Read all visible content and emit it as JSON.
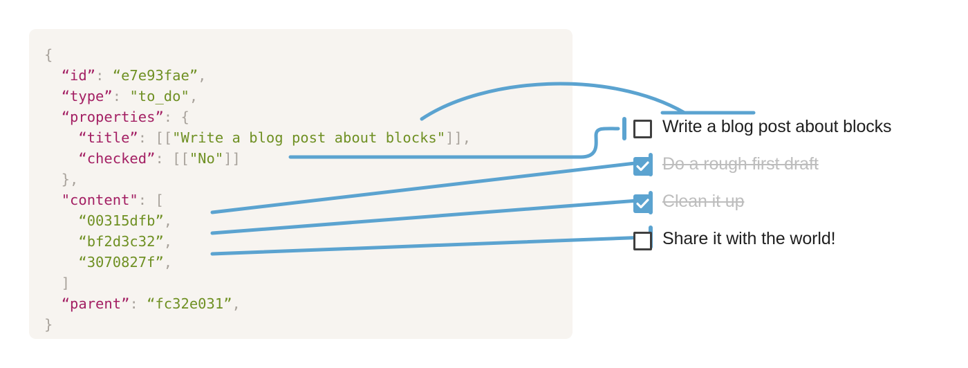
{
  "panel": {
    "background_color": "#f7f4f0",
    "accent_color": "#5ba3d0",
    "key_color": "#a31f63",
    "value_color": "#6f9023",
    "punct_color": "#a8a29b",
    "checked_fill": "#5ba3d0",
    "done_text_color": "#bdbdbd"
  },
  "code": {
    "language": "json",
    "lines": [
      {
        "id": "line-open-brace",
        "segments": [
          {
            "t": "{",
            "c": "p"
          }
        ]
      },
      {
        "id": "line-id",
        "segments": [
          {
            "t": "  ",
            "c": "p"
          },
          {
            "t": "“id”",
            "c": "k"
          },
          {
            "t": ": ",
            "c": "p"
          },
          {
            "t": "“e7e93fae”",
            "c": "v"
          },
          {
            "t": ",",
            "c": "p"
          }
        ]
      },
      {
        "id": "line-type",
        "segments": [
          {
            "t": "  ",
            "c": "p"
          },
          {
            "t": "“type”",
            "c": "k"
          },
          {
            "t": ": ",
            "c": "p"
          },
          {
            "t": "\"to_do\"",
            "c": "v"
          },
          {
            "t": ",",
            "c": "p"
          }
        ]
      },
      {
        "id": "line-properties",
        "segments": [
          {
            "t": "  ",
            "c": "p"
          },
          {
            "t": "“properties”",
            "c": "k"
          },
          {
            "t": ": {",
            "c": "p"
          }
        ]
      },
      {
        "id": "line-title",
        "segments": [
          {
            "t": "    ",
            "c": "p"
          },
          {
            "t": "“title”",
            "c": "k"
          },
          {
            "t": ": [[",
            "c": "p"
          },
          {
            "t": "\"Write a blog post about blocks\"",
            "c": "v"
          },
          {
            "t": "]],",
            "c": "p"
          }
        ]
      },
      {
        "id": "line-checked",
        "segments": [
          {
            "t": "    ",
            "c": "p"
          },
          {
            "t": "“checked”",
            "c": "k"
          },
          {
            "t": ": [[",
            "c": "p"
          },
          {
            "t": "\"No\"",
            "c": "v"
          },
          {
            "t": "]]",
            "c": "p"
          }
        ]
      },
      {
        "id": "line-close-properties",
        "segments": [
          {
            "t": "  },",
            "c": "p"
          }
        ]
      },
      {
        "id": "line-content",
        "segments": [
          {
            "t": "  ",
            "c": "p"
          },
          {
            "t": "\"content\"",
            "c": "k"
          },
          {
            "t": ": [",
            "c": "p"
          }
        ]
      },
      {
        "id": "line-content-0",
        "segments": [
          {
            "t": "    ",
            "c": "p"
          },
          {
            "t": "“00315dfb”",
            "c": "v"
          },
          {
            "t": ",",
            "c": "p"
          }
        ]
      },
      {
        "id": "line-content-1",
        "segments": [
          {
            "t": "    ",
            "c": "p"
          },
          {
            "t": "“bf2d3c32”",
            "c": "v"
          },
          {
            "t": ",",
            "c": "p"
          }
        ]
      },
      {
        "id": "line-content-2",
        "segments": [
          {
            "t": "    ",
            "c": "p"
          },
          {
            "t": "“3070827f”",
            "c": "v"
          },
          {
            "t": ",",
            "c": "p"
          }
        ]
      },
      {
        "id": "line-close-content",
        "segments": [
          {
            "t": "  ]",
            "c": "p"
          }
        ]
      },
      {
        "id": "line-parent",
        "segments": [
          {
            "t": "  ",
            "c": "p"
          },
          {
            "t": "“parent”",
            "c": "k"
          },
          {
            "t": ": ",
            "c": "p"
          },
          {
            "t": "“fc32e031”",
            "c": "v"
          },
          {
            "t": ",",
            "c": "p"
          }
        ]
      },
      {
        "id": "line-close-brace",
        "segments": [
          {
            "t": "}",
            "c": "p"
          }
        ]
      }
    ]
  },
  "checklist": {
    "items": [
      {
        "label": "Write a blog post about blocks",
        "checked": false,
        "struck": false
      },
      {
        "label": "Do a rough first draft",
        "checked": true,
        "struck": true
      },
      {
        "label": "Clean it up",
        "checked": true,
        "struck": true
      },
      {
        "label": "Share it with the world!",
        "checked": false,
        "struck": false
      }
    ]
  },
  "connectors": [
    {
      "name": "title-to-label-underline",
      "from": "line-title",
      "to": "item-0-label"
    },
    {
      "name": "checked-to-checkbox",
      "from": "line-checked",
      "to": "item-0-checkbox"
    },
    {
      "name": "content-0-to-item-1",
      "from": "line-content-0",
      "to": "item-1"
    },
    {
      "name": "content-1-to-item-2",
      "from": "line-content-1",
      "to": "item-2"
    },
    {
      "name": "content-2-to-item-3",
      "from": "line-content-2",
      "to": "item-3"
    }
  ]
}
